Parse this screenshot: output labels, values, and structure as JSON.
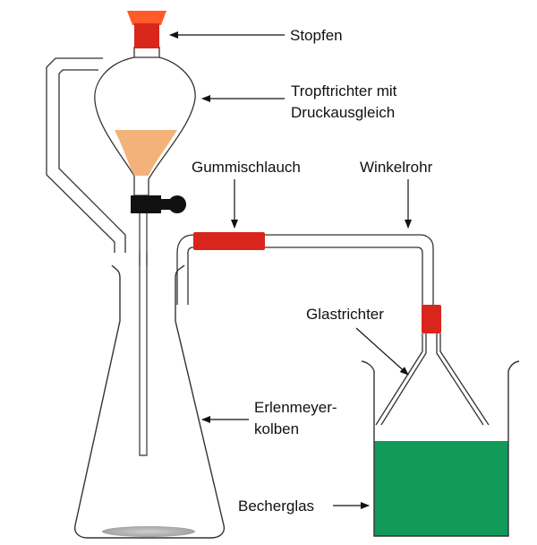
{
  "labels": {
    "stopper": "Stopfen",
    "funnel_line1": "Tropftrichter mit",
    "funnel_line2": "Druckausgleich",
    "hose": "Gummischlauch",
    "angle_tube": "Winkelrohr",
    "glass_funnel": "Glastrichter",
    "flask_line1": "Erlenmeyer-",
    "flask_line2": "kolben",
    "beaker": "Becherglas"
  },
  "colors": {
    "stopper": "#d9261c",
    "stopper_top": "#ff5a2a",
    "hose": "#d9261c",
    "liquid_funnel": "#f3b27a",
    "liquid_beaker": "#129a5a",
    "stopcock": "#111111",
    "powder": "#b8b8b8"
  }
}
